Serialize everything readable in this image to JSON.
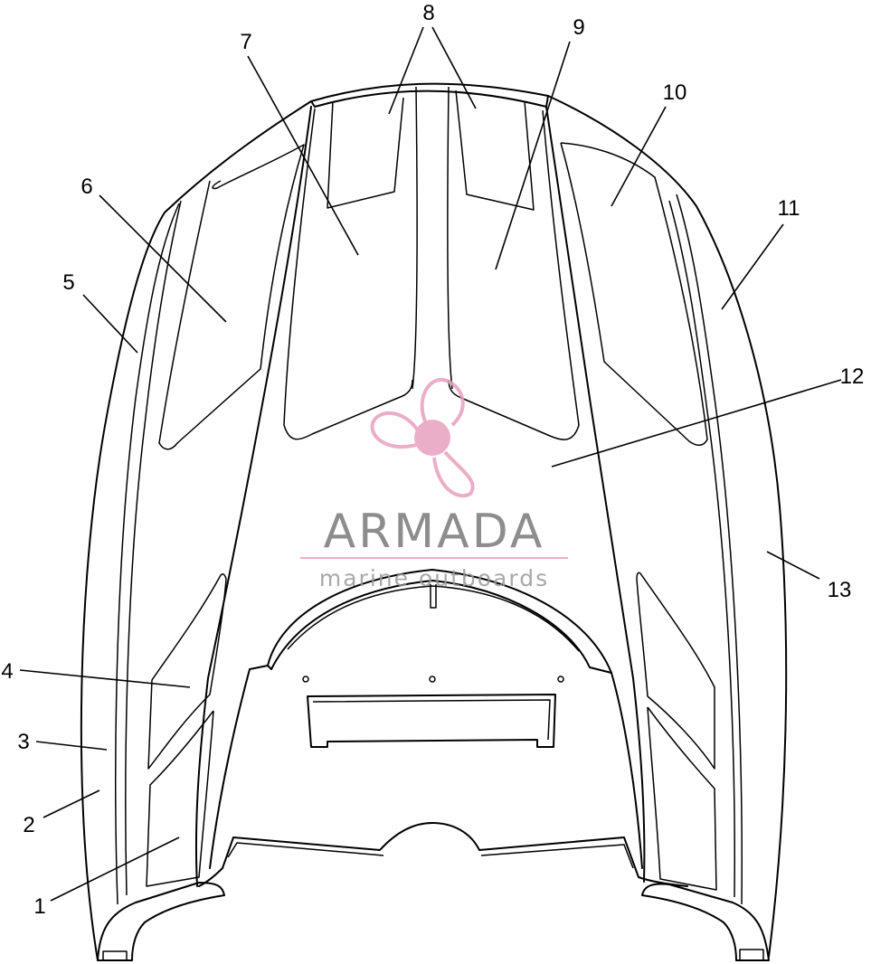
{
  "diagram": {
    "callouts": [
      "1",
      "2",
      "3",
      "4",
      "5",
      "6",
      "7",
      "8",
      "9",
      "10",
      "11",
      "12",
      "13"
    ]
  },
  "watermark": {
    "brand": "ARMADA",
    "tagline": "marine outboards",
    "color_pink": "#e8a0c0",
    "color_grey": "#7a7a7a"
  }
}
